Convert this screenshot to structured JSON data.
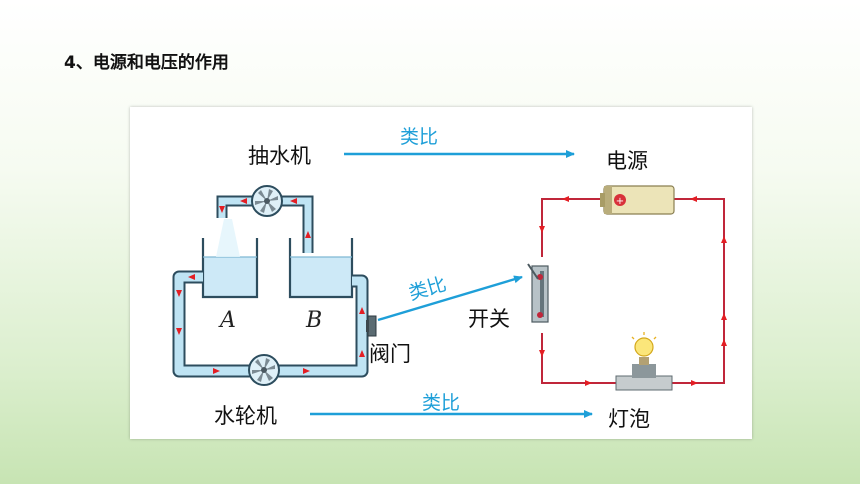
{
  "heading": "4、电源和电压的作用",
  "water_circuit": {
    "pump_label": "抽水机",
    "tank_a": "A",
    "tank_b": "B",
    "valve_label": "阀门",
    "turbine_label": "水轮机"
  },
  "electric_circuit": {
    "source_label": "电源",
    "switch_label": "开关",
    "bulb_label": "灯泡"
  },
  "analogy_label": "类比",
  "colors": {
    "pipe": "#bfe4f4",
    "pipe_outline": "#2d4d5e",
    "water": "#cde9f7",
    "arrow_red": "#e31e24",
    "analogy_blue": "#1e9fd8",
    "wire": "#c0263a"
  },
  "icons": [
    "pump-icon",
    "turbine-icon",
    "valve-icon",
    "battery-icon",
    "switch-icon",
    "bulb-icon"
  ]
}
